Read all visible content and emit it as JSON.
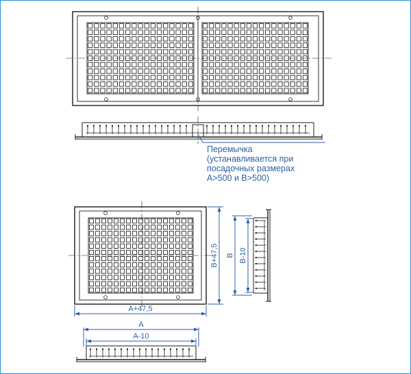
{
  "callout": {
    "line1": "Перемычка",
    "line2": "(устанавливается при",
    "line3": "посадочных размерах",
    "line4": "А>500 и В>500)"
  },
  "dimensions": {
    "width_outer": "А+47,5",
    "width_nominal": "А",
    "width_inner": "А-10",
    "height_outer": "В+47,5",
    "height_nominal": "В",
    "height_inner": "В-10"
  },
  "colors": {
    "line": "#1b1b1b",
    "dimension": "#2d5fa8",
    "border": "#2d8fd0"
  }
}
